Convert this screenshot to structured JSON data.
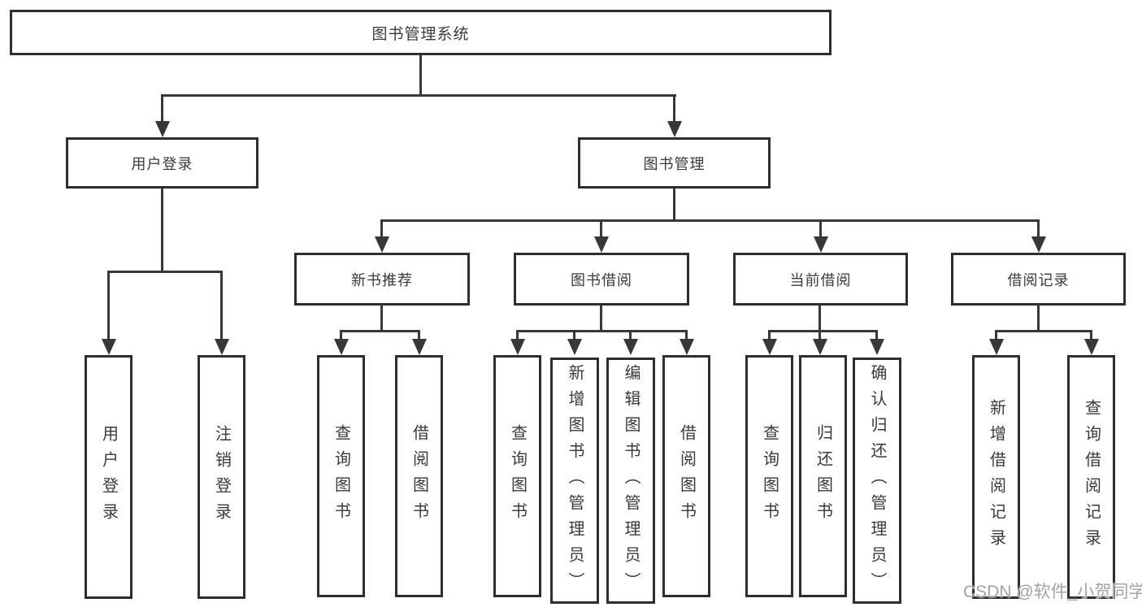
{
  "colors": {
    "background": "#ffffff",
    "box_border": "#2e2e2e",
    "line": "#383838",
    "text": "#3a3a3a",
    "watermark": "#a3a3a3"
  },
  "tree": {
    "label": "图书管理系统",
    "children": [
      {
        "label": "用户登录",
        "children": [
          {
            "label": "用户登录"
          },
          {
            "label": "注销登录"
          }
        ]
      },
      {
        "label": "图书管理",
        "children": [
          {
            "label": "新书推荐",
            "children": [
              {
                "label": "查询图书"
              },
              {
                "label": "借阅图书"
              }
            ]
          },
          {
            "label": "图书借阅",
            "children": [
              {
                "label": "查询图书"
              },
              {
                "label": "新增图书（管理员）"
              },
              {
                "label": "编辑图书（管理员）"
              },
              {
                "label": "借阅图书"
              }
            ]
          },
          {
            "label": "当前借阅",
            "children": [
              {
                "label": "查询图书"
              },
              {
                "label": "归还图书"
              },
              {
                "label": "确认归还（管理员）"
              }
            ]
          },
          {
            "label": "借阅记录",
            "children": [
              {
                "label": "新增借阅记录"
              },
              {
                "label": "查询借阅记录"
              }
            ]
          }
        ]
      }
    ]
  },
  "watermark": {
    "text": "CSDN @软件_小贺同学"
  }
}
